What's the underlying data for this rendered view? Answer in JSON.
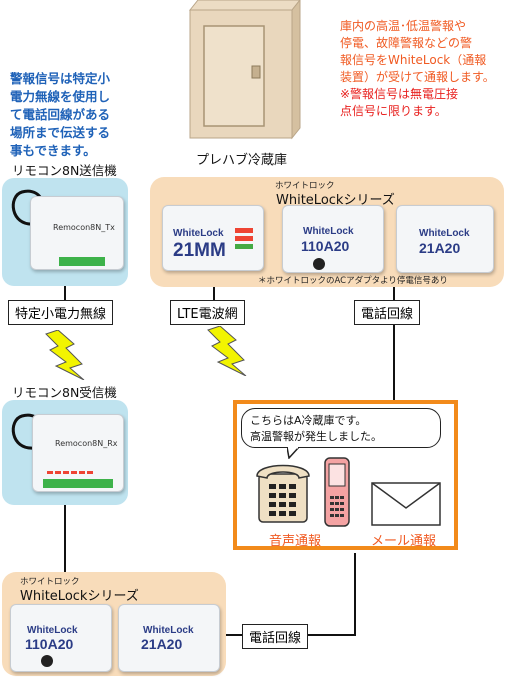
{
  "notes": {
    "left_lines": [
      "警報信号は特定小",
      "電力無線を使用し",
      "て電話回線がある",
      "場所まで伝送する",
      "事もできます。"
    ],
    "right_lines": [
      "庫内の高温･低温警報や",
      "停電、故障警報などの警",
      "報信号をWhiteLock（通報",
      "装置）が受けて通報します。"
    ],
    "right_red_lines": [
      "※警報信号は無電圧接",
      "点信号に限ります。"
    ]
  },
  "freezer": {
    "label": "プレハブ冷蔵庫"
  },
  "top_series": {
    "maker": "ホワイトロック",
    "title": "WhiteLockシリーズ",
    "devices": [
      {
        "brand": "WhiteLock",
        "model": "21MM"
      },
      {
        "brand": "WhiteLock",
        "model": "110A20"
      },
      {
        "brand": "WhiteLock",
        "model": "21A20"
      }
    ],
    "footnote": "＊ホワイトロックのACアダプタより停電信号あり"
  },
  "transmitter": {
    "label": "リモコン8N送信機",
    "device_text": "Remocon8N_Tx"
  },
  "receiver": {
    "label": "リモコン8N受信機",
    "device_text": "Remocon8N_Rx"
  },
  "links": {
    "radio": "特定小電力無線",
    "lte": "LTE電波網",
    "phone_top": "電話回線",
    "phone_bottom": "電話回線"
  },
  "notification": {
    "speech_lines": [
      "こちらはA冷蔵庫です。",
      "高温警報が発生しました。"
    ],
    "voice": "音声通報",
    "mail": "メール通報"
  },
  "bottom_series": {
    "maker": "ホワイトロック",
    "title": "WhiteLockシリーズ",
    "devices": [
      {
        "brand": "WhiteLock",
        "model": "110A20"
      },
      {
        "brand": "WhiteLock",
        "model": "21A20"
      }
    ]
  },
  "colors": {
    "accent_orange": "#f28a1a",
    "note_blue": "#1f62b8",
    "note_orange": "#f05a22",
    "lightning": "#f2f400",
    "panel_tan": "#f8dcba",
    "panel_blue": "#bfe3ef"
  }
}
